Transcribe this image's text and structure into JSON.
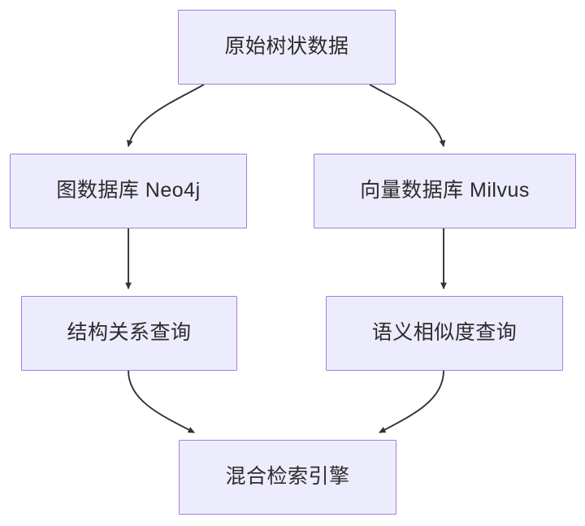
{
  "diagram": {
    "type": "flowchart",
    "direction": "top-down",
    "background_color": "#ffffff",
    "node_fill_color": "#ececfc",
    "node_border_color": "#a97ae2",
    "node_text_color": "#2b2b2b",
    "edge_color": "#333333",
    "nodes": [
      {
        "id": "root",
        "label": "原始树状数据",
        "row": 1
      },
      {
        "id": "graphdb",
        "label": "图数据库 Neo4j",
        "row": 2
      },
      {
        "id": "vectordb",
        "label": "向量数据库 Milvus",
        "row": 2
      },
      {
        "id": "structquery",
        "label": "结构关系查询",
        "row": 3
      },
      {
        "id": "semquery",
        "label": "语义相似度查询",
        "row": 3
      },
      {
        "id": "hybrid",
        "label": "混合检索引擎",
        "row": 4
      }
    ],
    "edges": [
      {
        "from": "root",
        "to": "graphdb",
        "style": "curved",
        "arrow": "filled-triangle"
      },
      {
        "from": "root",
        "to": "vectordb",
        "style": "curved",
        "arrow": "filled-triangle"
      },
      {
        "from": "graphdb",
        "to": "structquery",
        "style": "straight",
        "arrow": "filled-triangle"
      },
      {
        "from": "vectordb",
        "to": "semquery",
        "style": "straight",
        "arrow": "filled-triangle"
      },
      {
        "from": "structquery",
        "to": "hybrid",
        "style": "curved",
        "arrow": "filled-triangle"
      },
      {
        "from": "semquery",
        "to": "hybrid",
        "style": "curved",
        "arrow": "filled-triangle"
      }
    ]
  }
}
